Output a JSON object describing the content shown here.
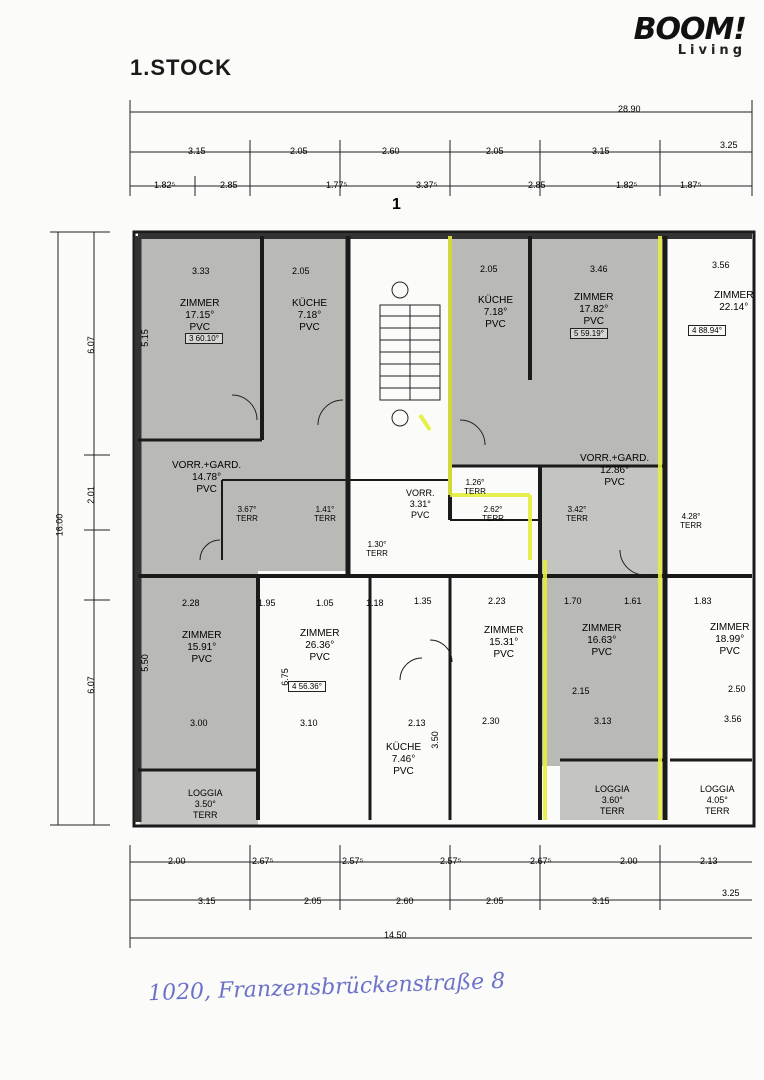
{
  "title": "1.STOCK",
  "logo": {
    "main": "BOOM!",
    "sub": "Living"
  },
  "handwritten_address": "1020, Franzensbrückenstraße 8",
  "stair_number": "1",
  "rooms": [
    {
      "name": "ZIMMER",
      "area": "17.15°",
      "floor": "PVC"
    },
    {
      "name": "KÜCHE",
      "area": "7.18°",
      "floor": "PVC"
    },
    {
      "name": "VORR.+GARD.",
      "area": "14.78°",
      "floor": "PVC"
    },
    {
      "name": "ZIMMER",
      "area": "15.91°",
      "floor": "PVC"
    },
    {
      "name": "ZIMMER",
      "area": "26.36°",
      "floor": "PVC"
    },
    {
      "name": "KÜCHE",
      "area": "7.46°",
      "floor": "PVC"
    },
    {
      "name": "ZIMMER",
      "area": "15.31°",
      "floor": "PVC"
    },
    {
      "name": "KÜCHE",
      "area": "7.18°",
      "floor": "PVC"
    },
    {
      "name": "ZIMMER",
      "area": "17.82°",
      "floor": "PVC"
    },
    {
      "name": "VORR.+GARD.",
      "area": "12.86°",
      "floor": "PVC"
    },
    {
      "name": "ZIMMER",
      "area": "16.63°",
      "floor": "PVC"
    },
    {
      "name": "ZIMMER",
      "area": "22.14°",
      "floor": ""
    },
    {
      "name": "ZIMMER",
      "area": "18.99°",
      "floor": "PVC"
    },
    {
      "name": "VORR.",
      "area": "3.31°",
      "floor": "PVC"
    }
  ],
  "loggias": [
    {
      "name": "LOGGIA",
      "area": "3.50°",
      "floor": "TERR"
    },
    {
      "name": "LOGGIA",
      "area": "3.60°",
      "floor": "TERR"
    },
    {
      "name": "LOGGIA",
      "area": "4.05°",
      "floor": "TERR"
    }
  ],
  "small_spaces": [
    "3.67° TERR",
    "1.41° TERR",
    "1.26° TERR",
    "2.62° TERR",
    "3.42° TERR",
    "4.28° TERR",
    "1.30° TERR"
  ],
  "unit_tags": [
    "3  60.10°",
    "4  56.36°",
    "5  59.19°",
    "4  88.94°"
  ],
  "top_dims": [
    "28.90",
    "3.15",
    "2.05",
    "2.60",
    "2.05",
    "3.15",
    "3.25",
    "1.82⁵",
    "2.85",
    "1.77⁵",
    "3.37⁵",
    "2.85",
    "1.82⁵",
    "1.87⁵"
  ],
  "bottom_dims": [
    "2.00",
    "2.67⁵",
    "2.57⁵",
    "2.57⁵",
    "2.67⁵",
    "2.00",
    "2.13",
    "3.15",
    "2.05",
    "2.60",
    "2.05",
    "3.15",
    "3.25",
    "14.50"
  ],
  "left_dims": [
    "16.00",
    "6.07",
    "2.01",
    "6.07"
  ],
  "inner_dims": [
    "3.33",
    "2.05",
    "2.05",
    "3.46",
    "3.56",
    "2.28",
    "1.95",
    "1.05",
    "1.18",
    "1.35",
    "2.23",
    "1.70",
    "1.61",
    "1.83",
    "3.00",
    "3.10",
    "2.13",
    "2.30",
    "3.13",
    "3.56",
    "2.15",
    "2.50",
    "5.15",
    "5.50",
    "6.75",
    "3.50"
  ]
}
